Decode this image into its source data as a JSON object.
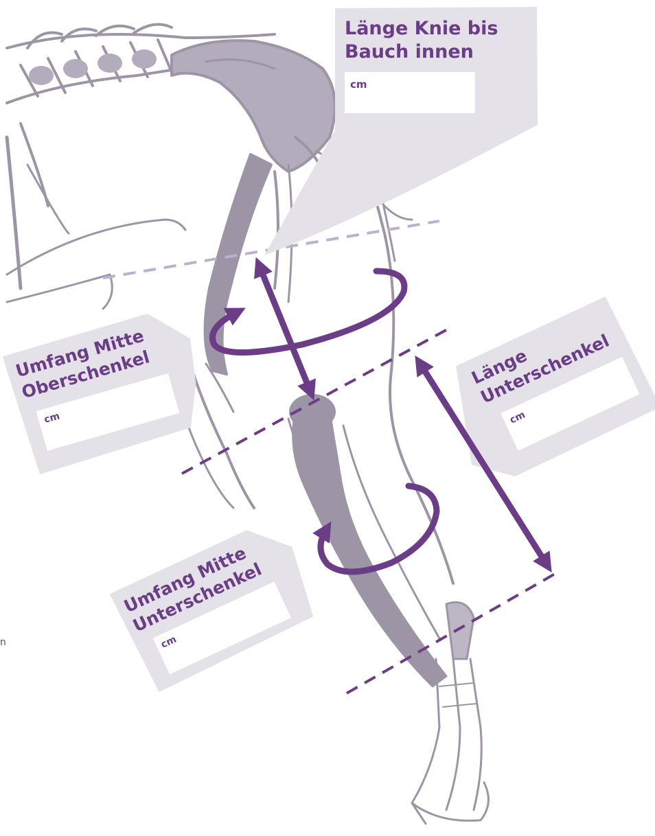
{
  "colors": {
    "accent": "#6a3d86",
    "bone": "#9d95a6",
    "bone_light": "#bdb6c4",
    "panel": "#e4e2e8",
    "field": "#ffffff"
  },
  "labels": {
    "knee_belly": {
      "line1": "Länge Knie bis",
      "line2": "Bauch innen",
      "unit": "cm",
      "value": ""
    },
    "thigh_circ": {
      "line1": "Umfang Mitte",
      "line2": "Oberschenkel",
      "unit": "cm",
      "value": ""
    },
    "lower_len": {
      "line1": "Länge",
      "line2": "Unterschenkel",
      "unit": "cm",
      "value": ""
    },
    "lower_circ": {
      "line1": "Umfang Mitte",
      "line2": "Unterschenkel",
      "unit": "cm",
      "value": ""
    }
  },
  "stray_text": "n"
}
